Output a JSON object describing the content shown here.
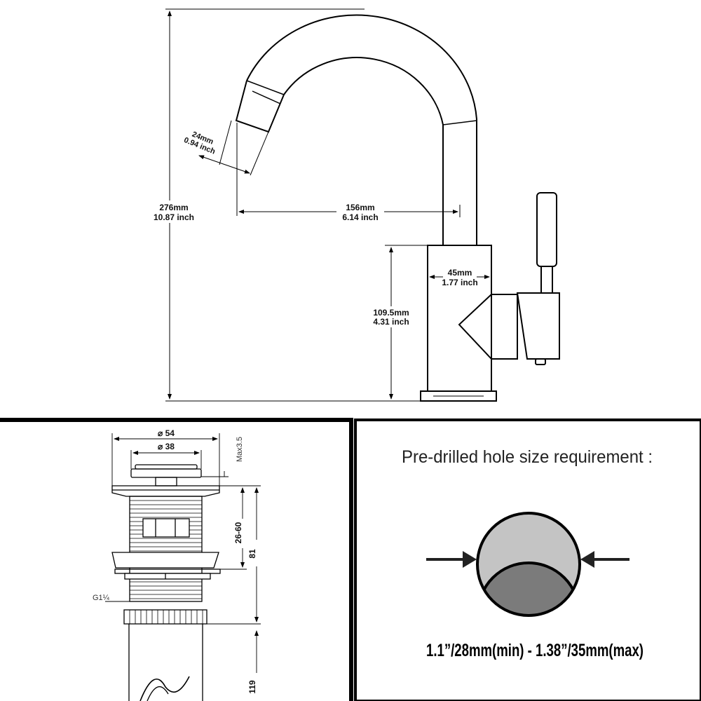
{
  "faucet": {
    "total_height": {
      "mm": "276mm",
      "inch": "10.87 inch"
    },
    "spout_reach": {
      "mm": "156mm",
      "inch": "6.14 inch"
    },
    "aerator": {
      "mm": "24mm",
      "inch": "0.94 inch"
    },
    "body_diameter": {
      "mm": "45mm",
      "inch": "1.77 inch"
    },
    "body_height": {
      "mm": "109.5mm",
      "inch": "4.31 inch"
    }
  },
  "drain": {
    "outer_diameter": "⌀ 54",
    "inner_diameter": "⌀ 38",
    "cap_lift": "Max3.5",
    "thread_range": "26-60",
    "thread_spec": "G1¼",
    "body_length": "81",
    "total_length": "119"
  },
  "hole_requirement": {
    "title": "Pre-drilled hole size requirement :",
    "range": "1.1”/28mm(min) - 1.38”/35mm(max)",
    "colors": {
      "upper": "#c4c4c4",
      "lower": "#7b7b7b",
      "outline": "#000000"
    }
  }
}
